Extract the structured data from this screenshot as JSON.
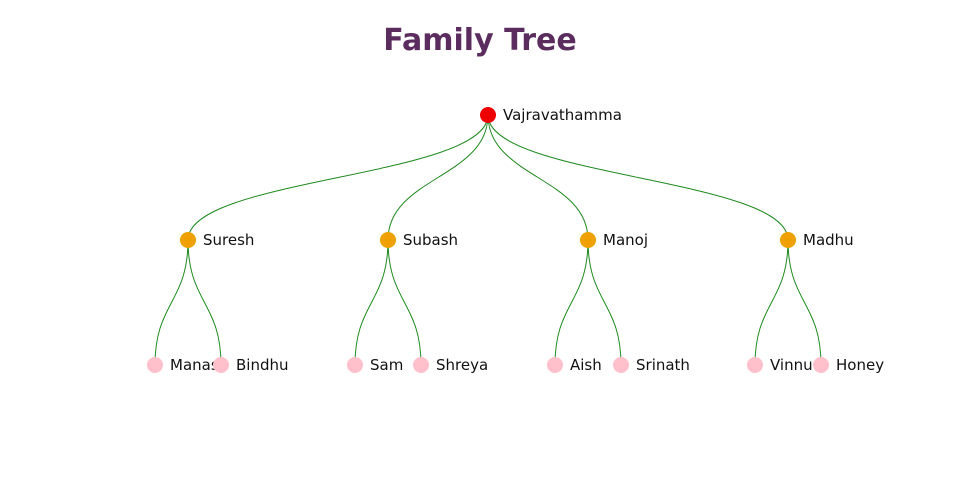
{
  "title": "Family Tree",
  "colors": {
    "title": "#5b2c5e",
    "link": "#1f8a1f",
    "root": "#ee0000",
    "generation_2": "#f0a000",
    "generation_3": "#ffc0cb"
  },
  "tree": {
    "name": "Vajravathamma",
    "children": [
      {
        "name": "Suresh",
        "children": [
          {
            "name": "Manasa"
          },
          {
            "name": "Bindhu"
          }
        ]
      },
      {
        "name": "Subash",
        "children": [
          {
            "name": "Sam"
          },
          {
            "name": "Shreya"
          }
        ]
      },
      {
        "name": "Manoj",
        "children": [
          {
            "name": "Aish"
          },
          {
            "name": "Srinath"
          }
        ]
      },
      {
        "name": "Madhu",
        "children": [
          {
            "name": "Vinnu"
          },
          {
            "name": "Honey"
          }
        ]
      }
    ]
  }
}
